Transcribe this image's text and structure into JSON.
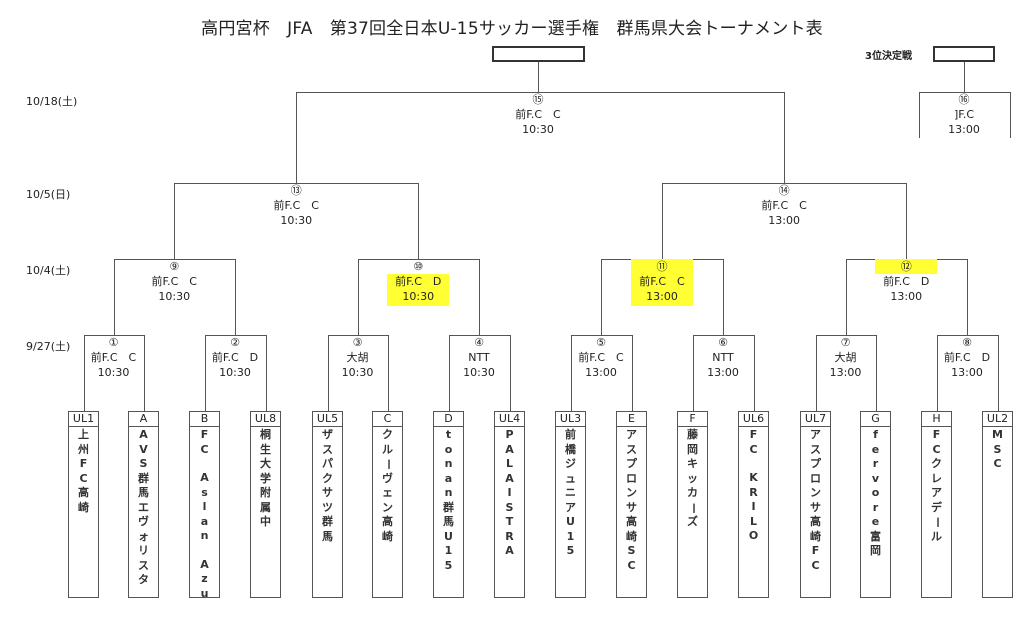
{
  "title": "高円宮杯　JFA　第37回全日本U-15サッカー選手権　群馬県大会トーナメント表",
  "third_place_label": "3位決定戦",
  "rounds": [
    {
      "date": "10/18(土)"
    },
    {
      "date": "10/5(日)"
    },
    {
      "date": "10/4(土)"
    },
    {
      "date": "9/27(土)"
    }
  ],
  "highlight_color": "#ffff33",
  "matches": [
    {
      "id": 1,
      "num": "①",
      "venue": "前F.C　C",
      "time": "10:30",
      "highlight": "none"
    },
    {
      "id": 2,
      "num": "②",
      "venue": "前F.C　D",
      "time": "10:30",
      "highlight": "none"
    },
    {
      "id": 3,
      "num": "③",
      "venue": "大胡",
      "time": "10:30",
      "highlight": "none"
    },
    {
      "id": 4,
      "num": "④",
      "venue": "NTT",
      "time": "10:30",
      "highlight": "none"
    },
    {
      "id": 5,
      "num": "⑤",
      "venue": "前F.C　C",
      "time": "13:00",
      "highlight": "none"
    },
    {
      "id": 6,
      "num": "⑥",
      "venue": "NTT",
      "time": "13:00",
      "highlight": "none"
    },
    {
      "id": 7,
      "num": "⑦",
      "venue": "大胡",
      "time": "13:00",
      "highlight": "none"
    },
    {
      "id": 8,
      "num": "⑧",
      "venue": "前F.C　D",
      "time": "13:00",
      "highlight": "none"
    },
    {
      "id": 9,
      "num": "⑨",
      "venue": "前F.C　C",
      "time": "10:30",
      "highlight": "none"
    },
    {
      "id": 10,
      "num": "⑩",
      "venue": "前F.C　D",
      "time": "10:30",
      "highlight": "venue-time"
    },
    {
      "id": 11,
      "num": "⑪",
      "venue": "前F.C　C",
      "time": "13:00",
      "highlight": "all"
    },
    {
      "id": 12,
      "num": "⑫",
      "venue": "前F.C　D",
      "time": "13:00",
      "highlight": "number"
    },
    {
      "id": 13,
      "num": "⑬",
      "venue": "前F.C　C",
      "time": "10:30",
      "highlight": "none"
    },
    {
      "id": 14,
      "num": "⑭",
      "venue": "前F.C　C",
      "time": "13:00",
      "highlight": "none"
    },
    {
      "id": 15,
      "num": "⑮",
      "venue": "前F.C　C",
      "time": "10:30",
      "highlight": "none"
    },
    {
      "id": 16,
      "num": "⑯",
      "venue": "]F.C",
      "time": "13:00",
      "highlight": "none"
    }
  ],
  "teams": [
    {
      "seed": "UL1",
      "name": "上州FC高崎"
    },
    {
      "seed": "A",
      "name": "AVS群馬エヴォリスタ"
    },
    {
      "seed": "B",
      "name": "FC　Aslan　Azu"
    },
    {
      "seed": "UL8",
      "name": "桐生大学附属中"
    },
    {
      "seed": "UL5",
      "name": "ザスパクサツ群馬"
    },
    {
      "seed": "C",
      "name": "クルーヴェン高崎"
    },
    {
      "seed": "D",
      "name": "tonan群馬U15"
    },
    {
      "seed": "UL4",
      "name": "PALAISTRA"
    },
    {
      "seed": "UL3",
      "name": "前橋ジュニアU15"
    },
    {
      "seed": "E",
      "name": "アスプロンサ高崎SC"
    },
    {
      "seed": "F",
      "name": "藤岡キッカーズ"
    },
    {
      "seed": "UL6",
      "name": "FC　KRILO"
    },
    {
      "seed": "UL7",
      "name": "アスプロンサ高崎FC"
    },
    {
      "seed": "G",
      "name": "fervore富岡"
    },
    {
      "seed": "H",
      "name": "FCクレアデール"
    },
    {
      "seed": "UL2",
      "name": "MSC"
    }
  ]
}
